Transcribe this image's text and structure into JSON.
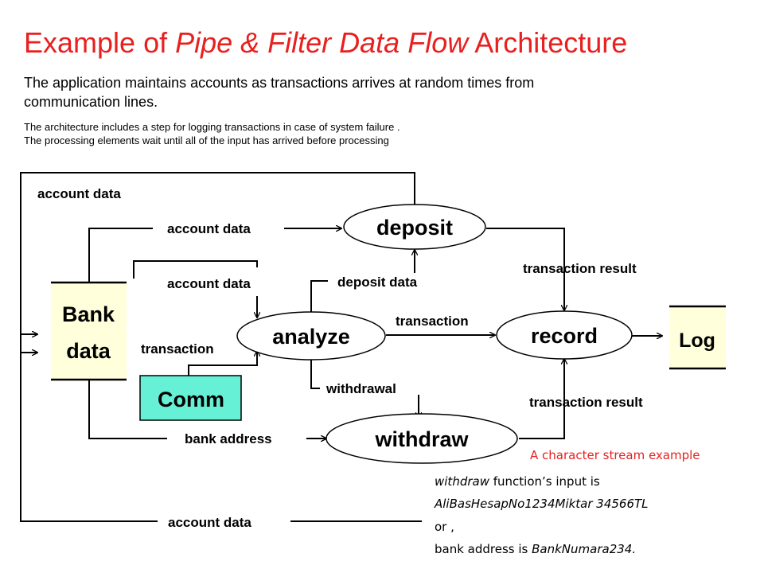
{
  "title": {
    "part1": "Example of ",
    "part2": "Pipe & Filter Data Flow",
    "part3": " Architecture"
  },
  "description": {
    "line1": "The application maintains accounts as transactions arrives at random times from",
    "line2": "communication lines.",
    "line3": "The architecture includes a step for logging transactions in case of system failure .",
    "line4": "The processing elements wait until all of the input has arrived before processing"
  },
  "nodes": {
    "bank_line1": "Bank",
    "bank_line2": "data",
    "comm": "Comm",
    "log": "Log",
    "deposit": "deposit",
    "analyze": "analyze",
    "record": "record",
    "withdraw": "withdraw"
  },
  "labels": {
    "account_data_top": "account data",
    "account_data_deposit": "account data",
    "account_data_analyze": "account data",
    "transaction_comm": "transaction",
    "deposit_data": "deposit data",
    "transaction_record": "transaction",
    "transaction_result_top": "transaction result",
    "transaction_result_bottom": "transaction result",
    "withdrawal": "withdrawal",
    "bank_address": "bank address",
    "account_data_bottom": "account data"
  },
  "example": {
    "heading": "A character stream example",
    "line1_italic": "withdraw",
    "line1_rest": " function’s input is",
    "line2": "AliBasHesapNo1234Miktar 34566TL",
    "line3": "or ,",
    "line4_prefix": "bank address is ",
    "line4_italic": "BankNumara234."
  },
  "colors": {
    "title": "#e8201f",
    "bank_fill": "#ffffdc",
    "log_fill": "#ffffdc",
    "comm_fill": "#66f0d6",
    "example_heading": "#e8201f"
  }
}
